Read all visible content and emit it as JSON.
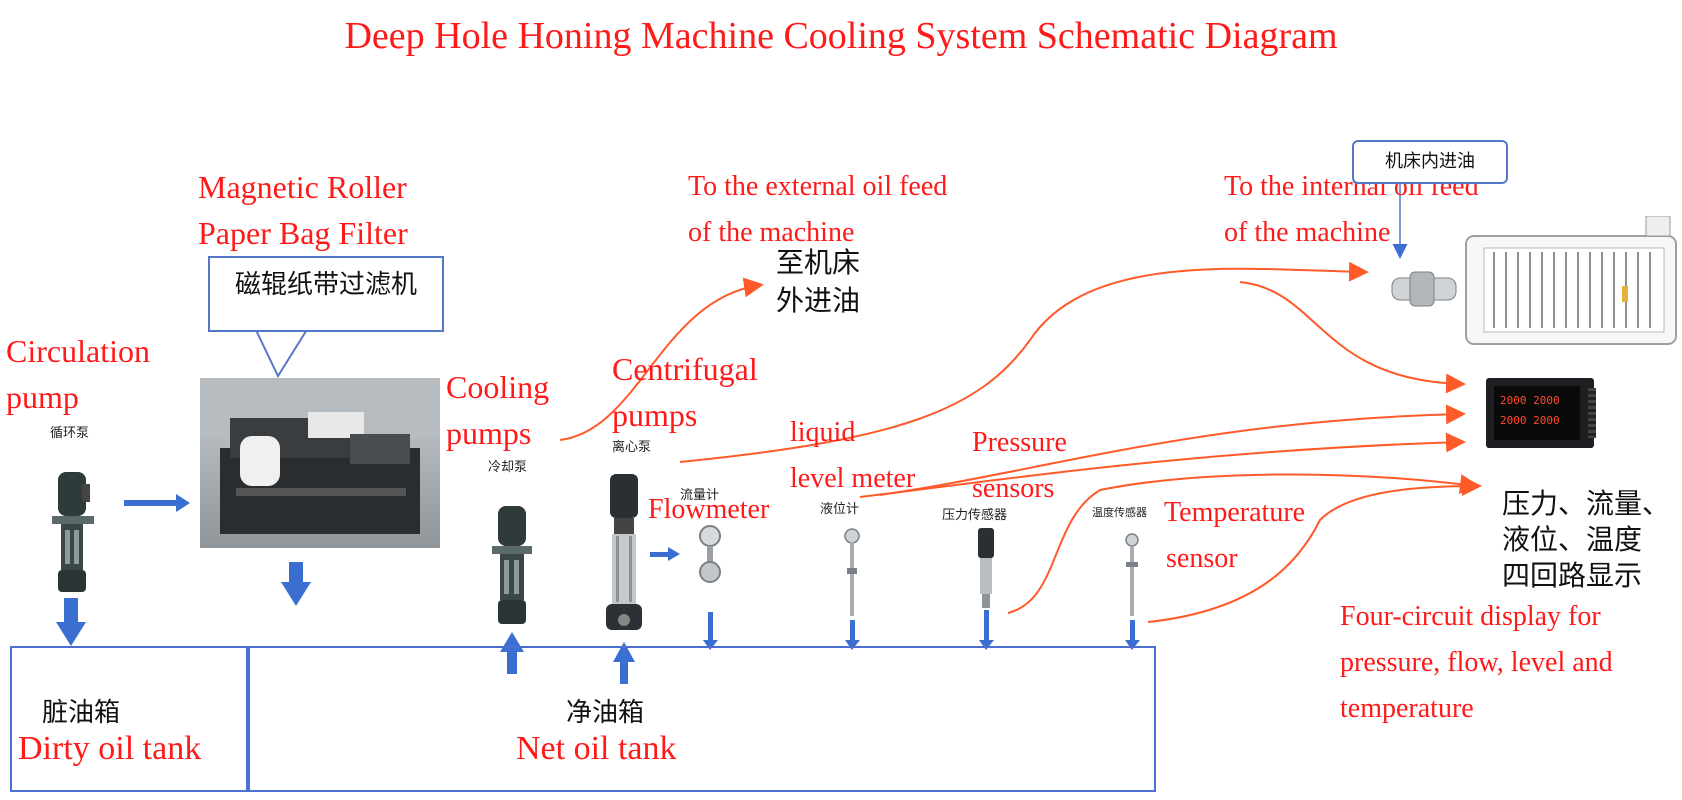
{
  "title": "Deep Hole Honing Machine Cooling System Schematic Diagram",
  "colors": {
    "label": "#ff1a1a",
    "flow_arrow": "#3a6fd1",
    "signal_line": "#ff5a2a",
    "tank_border": "#4a6fd0"
  },
  "components": {
    "filter": {
      "en_line1": "Magnetic Roller",
      "en_line2": "Paper Bag Filter",
      "cn": "磁辊纸带过滤机"
    },
    "circulation_pump": {
      "en_line1": "Circulation",
      "en_line2": "pump",
      "cn": "循环泵"
    },
    "cooling_pumps": {
      "en_line1": "Cooling",
      "en_line2": "pumps",
      "cn": "冷却泵"
    },
    "centrifugal_pumps": {
      "en_line1": "Centrifugal",
      "en_line2": "pumps",
      "cn": "离心泵"
    },
    "flowmeter": {
      "en": "Flowmeter",
      "cn": "流量计"
    },
    "level_meter": {
      "en_line1": "liquid",
      "en_line2": "level meter",
      "cn": "液位计"
    },
    "pressure_sensor": {
      "en_line1": "Pressure",
      "en_line2": "sensors",
      "cn": "压力传感器"
    },
    "temperature_sensor": {
      "en_line1": "Temperature",
      "en_line2": "sensor",
      "cn": "温度传感器"
    }
  },
  "outputs": {
    "external_feed": {
      "en_line1": "To the external oil feed",
      "en_line2": "of the machine",
      "cn_line1": "至机床",
      "cn_line2": "外进油"
    },
    "internal_feed": {
      "en_line1": "To the internal oil feed",
      "en_line2": "of the machine",
      "cn": "机床内进油"
    }
  },
  "display": {
    "cn_line1": "压力、流量、",
    "cn_line2": "液位、温度",
    "cn_line3": "四回路显示",
    "en_line1": "Four-circuit display for",
    "en_line2": "pressure, flow, level and",
    "en_line3": "temperature",
    "readout_1": "2000 2000",
    "readout_2": "2000 2000"
  },
  "tanks": {
    "dirty": {
      "cn": "脏油箱",
      "en": "Dirty oil tank"
    },
    "net": {
      "cn": "净油箱",
      "en": "Net oil tank"
    }
  }
}
